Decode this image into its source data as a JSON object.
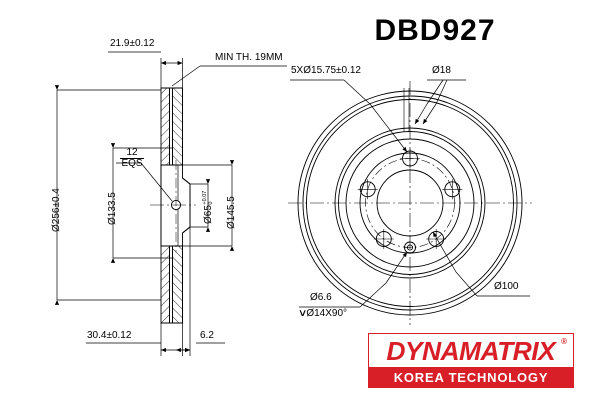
{
  "document": {
    "title": "DBD927",
    "type": "engineering-drawing",
    "part": "brake-disc",
    "background_color": "#ffffff",
    "line_color": "#000000"
  },
  "section_view": {
    "name": "cross-section-view",
    "dimensions": {
      "overall_thickness": "21.9±0.12",
      "min_thickness_note": "MIN TH. 19MM",
      "outer_diameter": "Ø256±0.4",
      "bolt_circle_diameter": "Ø133.5",
      "hub_bore": "Ø65",
      "hub_bore_tol_upper": "+0.07",
      "hub_bore_tol_lower": "0",
      "vent_diameter": "Ø145.5",
      "hole_count": "12",
      "hole_spacing": "EQS",
      "overall_height": "30.4±0.12",
      "hat_thickness": "6.2"
    }
  },
  "front_view": {
    "name": "front-face-view",
    "dimensions": {
      "bolt_holes": "5XØ15.75±0.12",
      "pilot_hole": "Ø18",
      "locating_hole": "Ø6.6",
      "countersink": "Ø14X90°",
      "center_bore": "Ø100"
    }
  },
  "logo": {
    "brand": "DYNAMATRIX",
    "tagline": "KOREA TECHNOLOGY",
    "registered_mark": "®",
    "brand_color": "#d81f28",
    "band_text_color": "#ffffff"
  }
}
